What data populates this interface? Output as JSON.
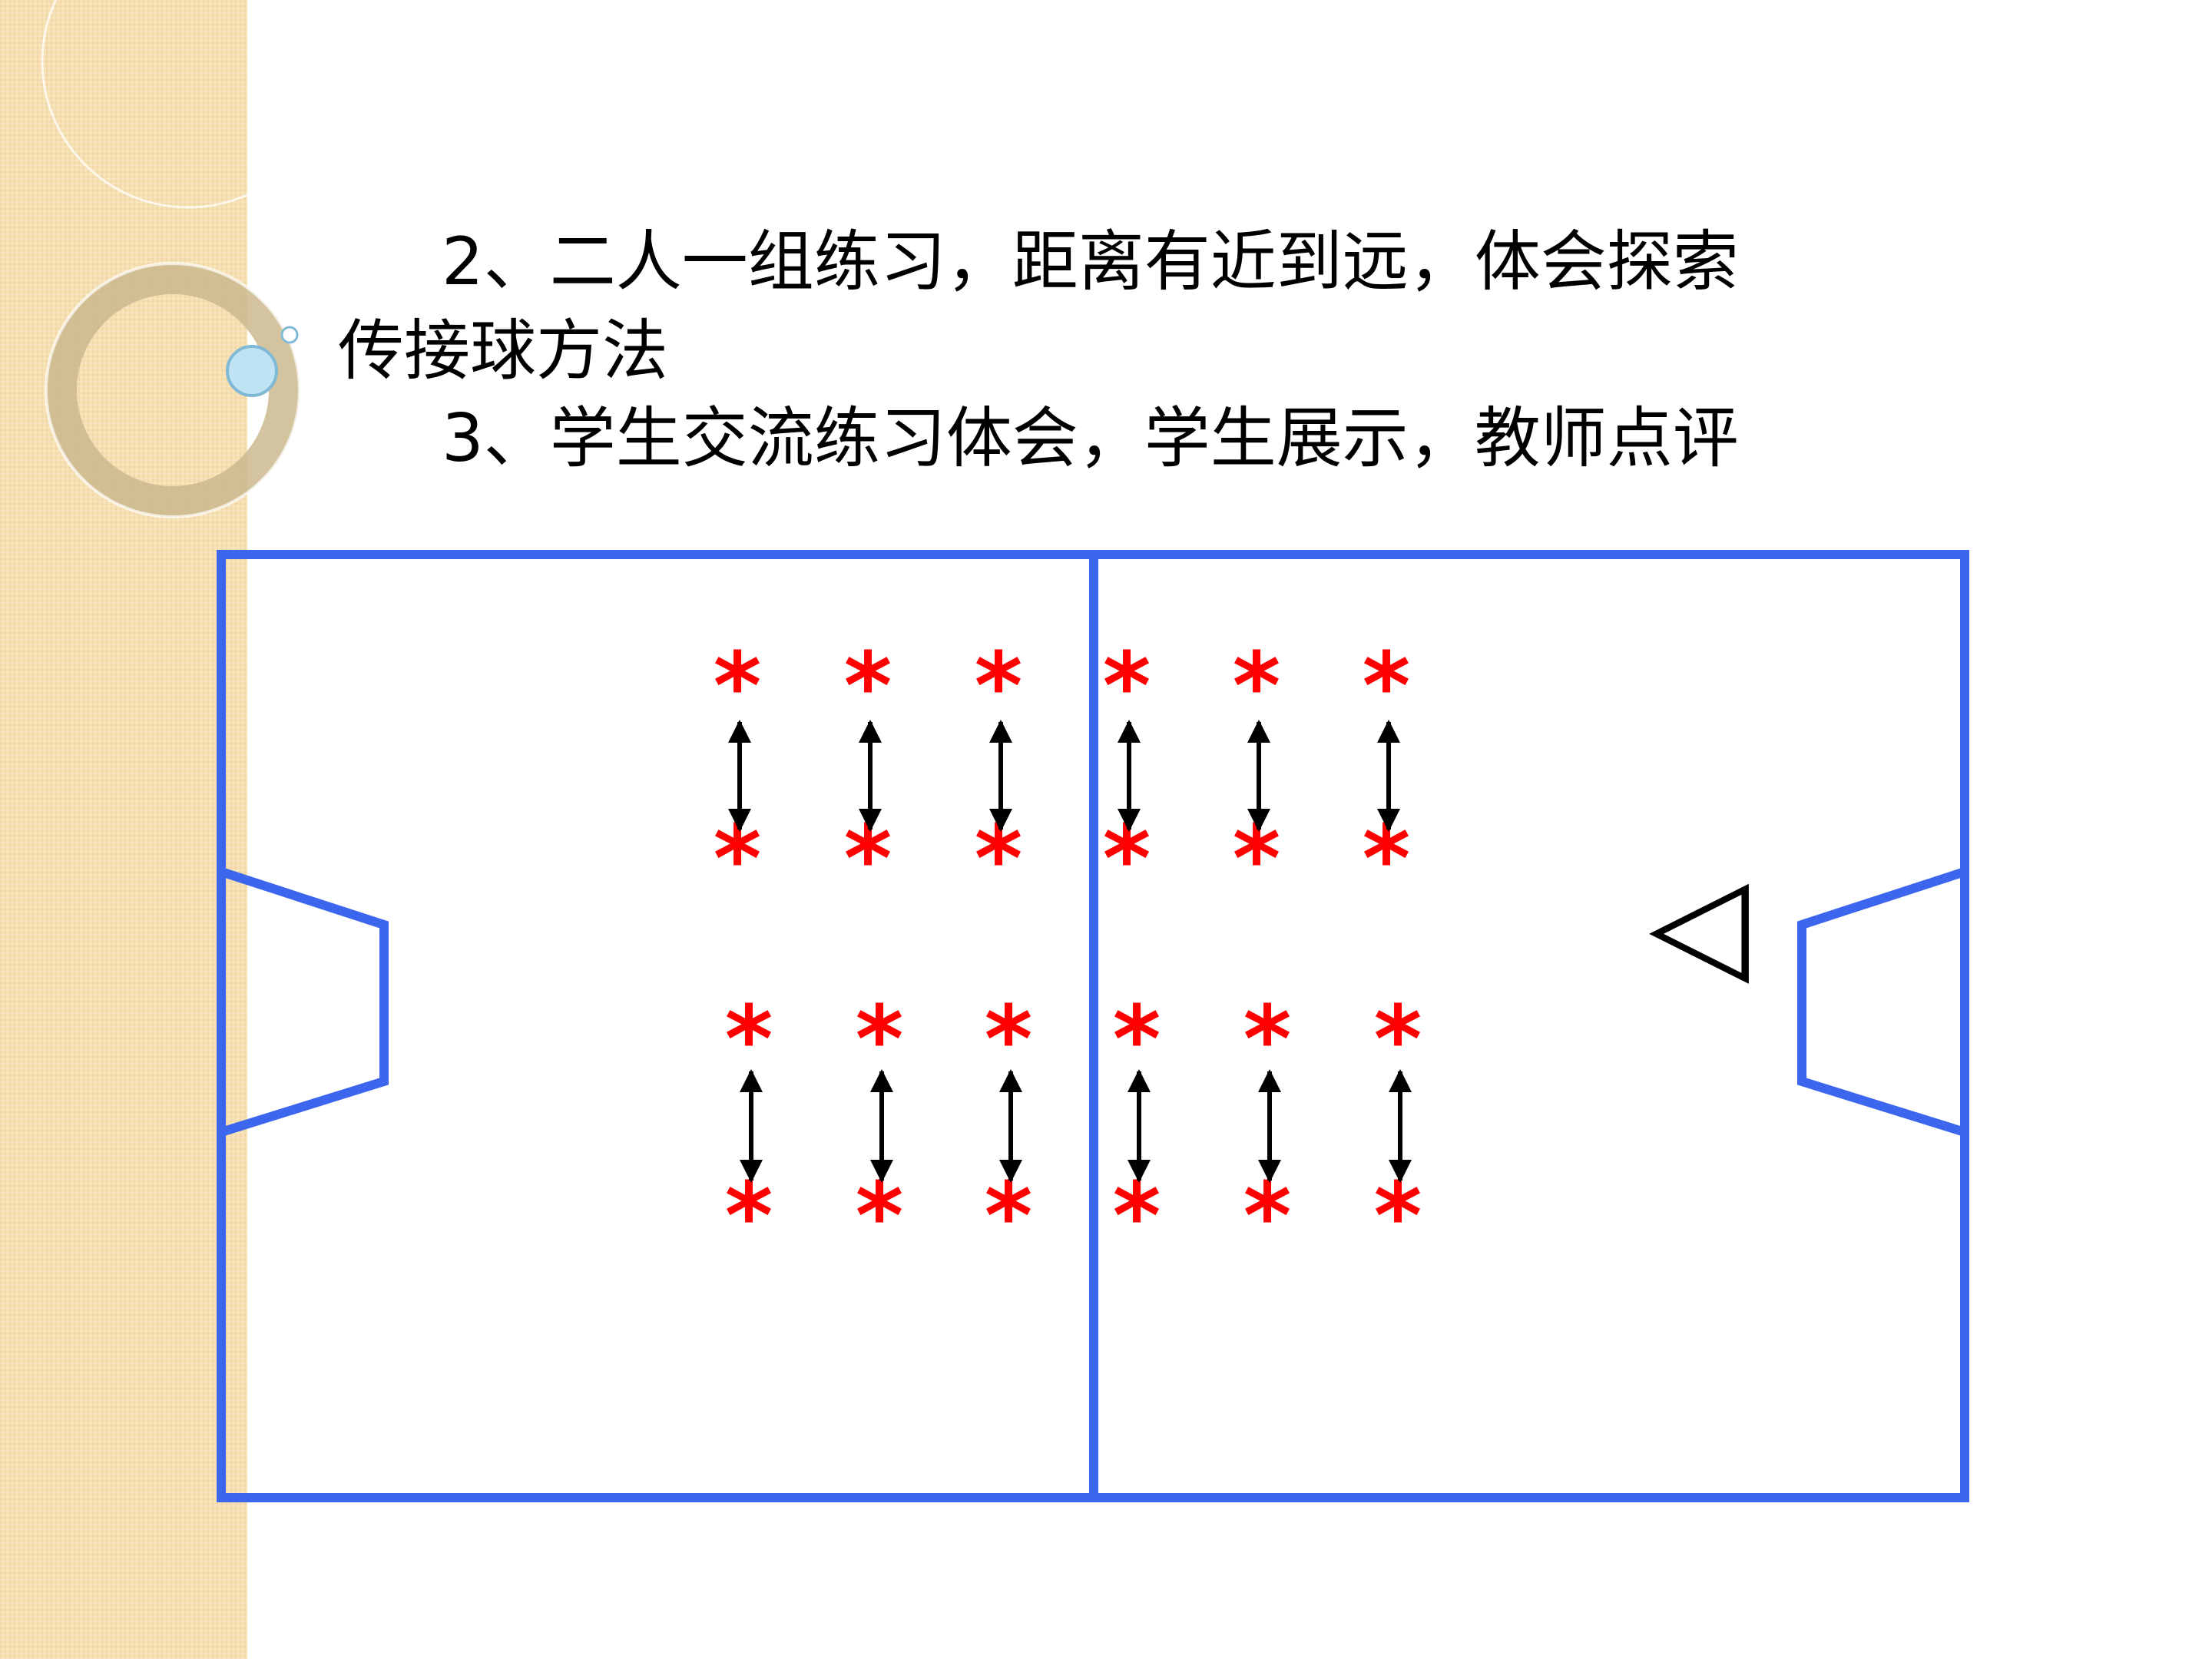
{
  "text": {
    "line1": "2、二人一组练习，距离有近到远，体会探索",
    "line2": "传接球方法",
    "line3": "3、学生交流练习体会，学生展示，教师点评"
  },
  "diagram": {
    "player_glyph": "*",
    "teacher_glyph": "◁",
    "colors": {
      "court_line": "#3d66ee",
      "player": "#ff0000",
      "arrow": "#000000",
      "teacher": "#000000",
      "background_strip": "#f6dfb0"
    },
    "icons": [
      "player-asterisk-icon",
      "double-arrow-icon",
      "teacher-triangle-icon",
      "decorative-ring-icon",
      "bubble-icon"
    ]
  }
}
